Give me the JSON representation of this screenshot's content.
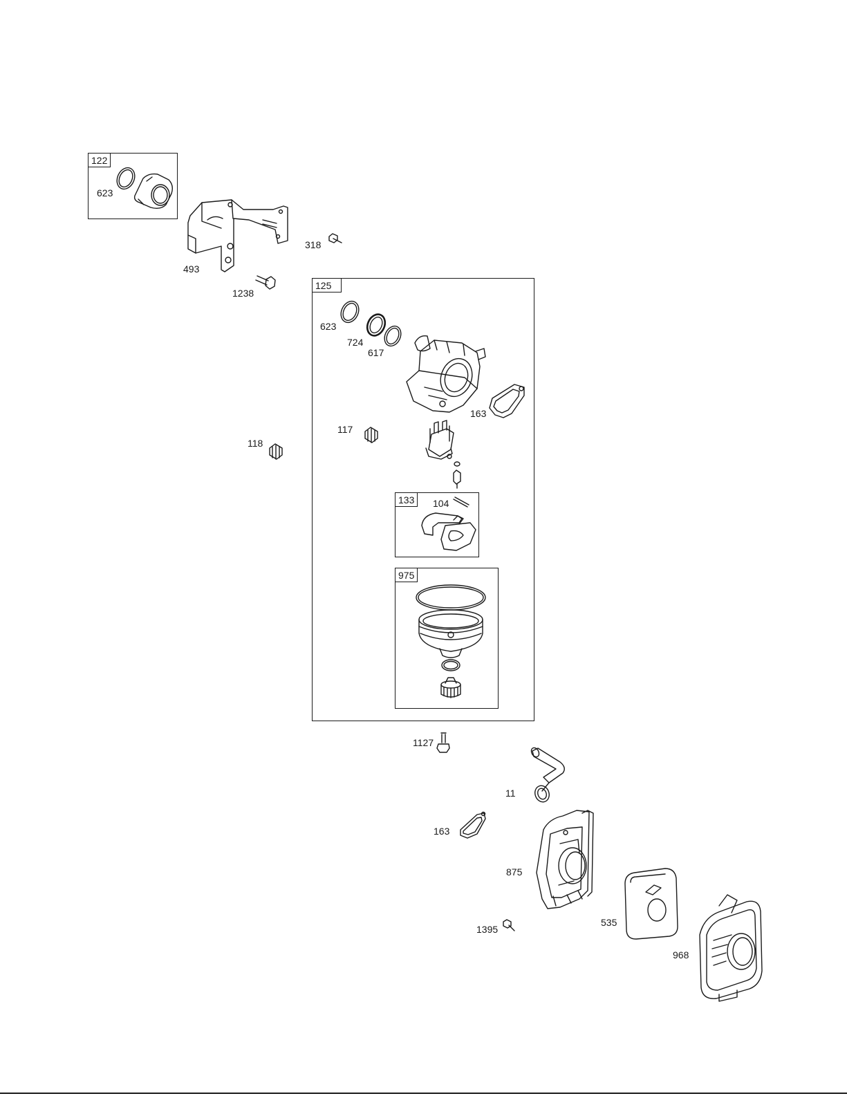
{
  "diagram": {
    "kit_boxes": [
      {
        "id": "122"
      },
      {
        "id": "125"
      },
      {
        "id": "133"
      },
      {
        "id": "975"
      }
    ],
    "callouts": {
      "k122_623": "623",
      "p493": "493",
      "p318": "318",
      "p1238": "1238",
      "k125_623": "623",
      "p724": "724",
      "p617": "617",
      "k125_163": "163",
      "p117": "117",
      "p118": "118",
      "p104": "104",
      "p1127": "1127",
      "p11": "11",
      "p163": "163",
      "p875": "875",
      "p1395": "1395",
      "p535": "535",
      "p968": "968"
    }
  }
}
